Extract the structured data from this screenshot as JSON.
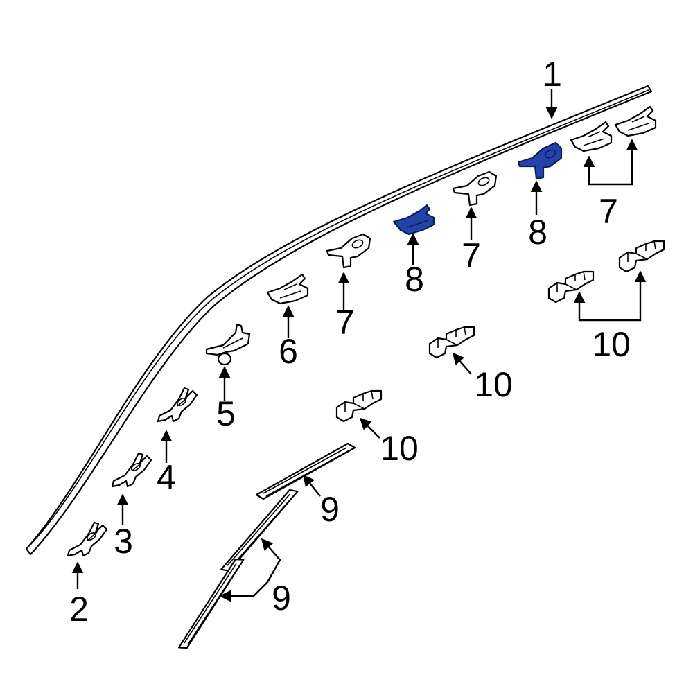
{
  "diagram": {
    "highlight_color": "#2244aa",
    "callouts": {
      "c1": "1",
      "c2": "2",
      "c3": "3",
      "c4": "4",
      "c5": "5",
      "c6": "6",
      "c7a": "7",
      "c7b": "7",
      "c7c": "7",
      "c8a": "8",
      "c8b": "8",
      "c9a": "9",
      "c9b": "9",
      "c10a": "10",
      "c10b": "10",
      "c10c": "10"
    }
  }
}
